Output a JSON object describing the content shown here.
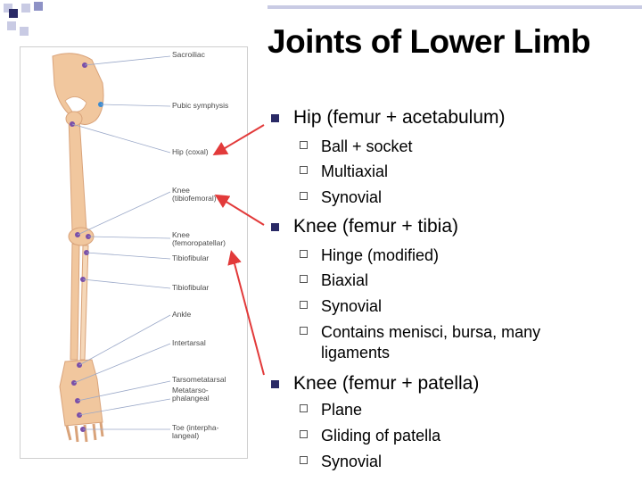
{
  "slide": {
    "title": "Joints of Lower Limb",
    "figure": {
      "labels": [
        "Sacroiliac",
        "Pubic symphysis",
        "Hip (coxal)",
        "Knee\n(tibiofemoral)",
        "Knee\n(femoropatellar)",
        "Tibiofibular",
        "Tibiofibular",
        "Ankle",
        "Intertarsal",
        "Tarsometatarsal",
        "Metatarso-\nphalangeal",
        "Toe (interpha-\nlangeal)"
      ]
    },
    "bullets": [
      {
        "text": "Hip (femur + acetabulum)",
        "subs": [
          "Ball + socket",
          "Multiaxial",
          "Synovial"
        ]
      },
      {
        "text": "Knee (femur + tibia)",
        "subs": [
          "Hinge (modified)",
          "Biaxial",
          "Synovial",
          "Contains menisci, bursa, many ligaments"
        ]
      },
      {
        "text": "Knee (femur + patella)",
        "subs": [
          "Plane",
          "Gliding of patella",
          "Synovial"
        ]
      }
    ],
    "colors": {
      "accent_dark": "#2a2a66",
      "accent_light": "#c9cbe4",
      "arrow": "#e23a3a",
      "bone": "#f1c79e",
      "joint": "#7a4fa8"
    }
  }
}
